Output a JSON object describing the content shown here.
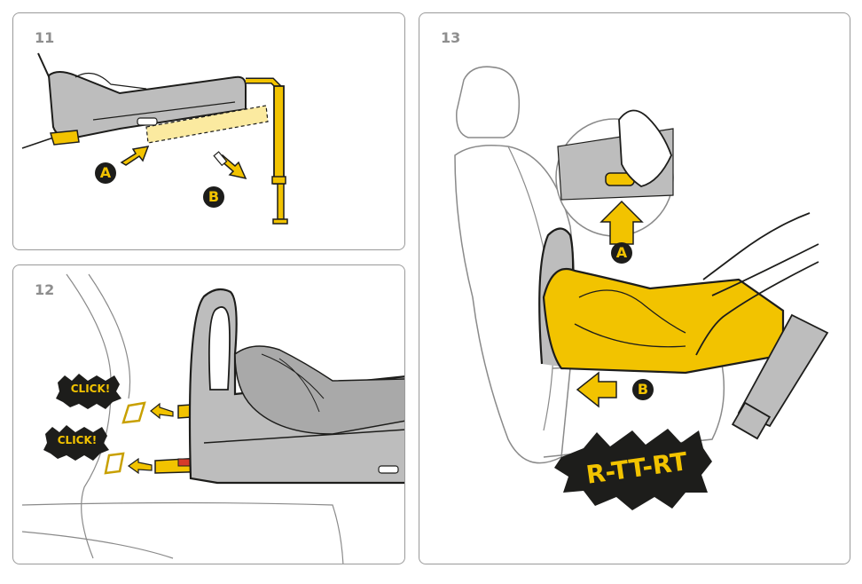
{
  "panels": [
    {
      "number": "11",
      "markers": [
        "A",
        "B"
      ]
    },
    {
      "number": "12",
      "callouts": [
        "CLICK!",
        "CLICK!"
      ]
    },
    {
      "number": "13",
      "markers": [
        "A",
        "B"
      ],
      "sound": "R-TT-RT"
    }
  ],
  "colors": {
    "accent_yellow": "#f2c300",
    "outline": "#1d1d1b",
    "shell_grey": "#b8b8b8",
    "panel_border": "#9a9a9a",
    "number_grey": "#8e8e8e"
  }
}
